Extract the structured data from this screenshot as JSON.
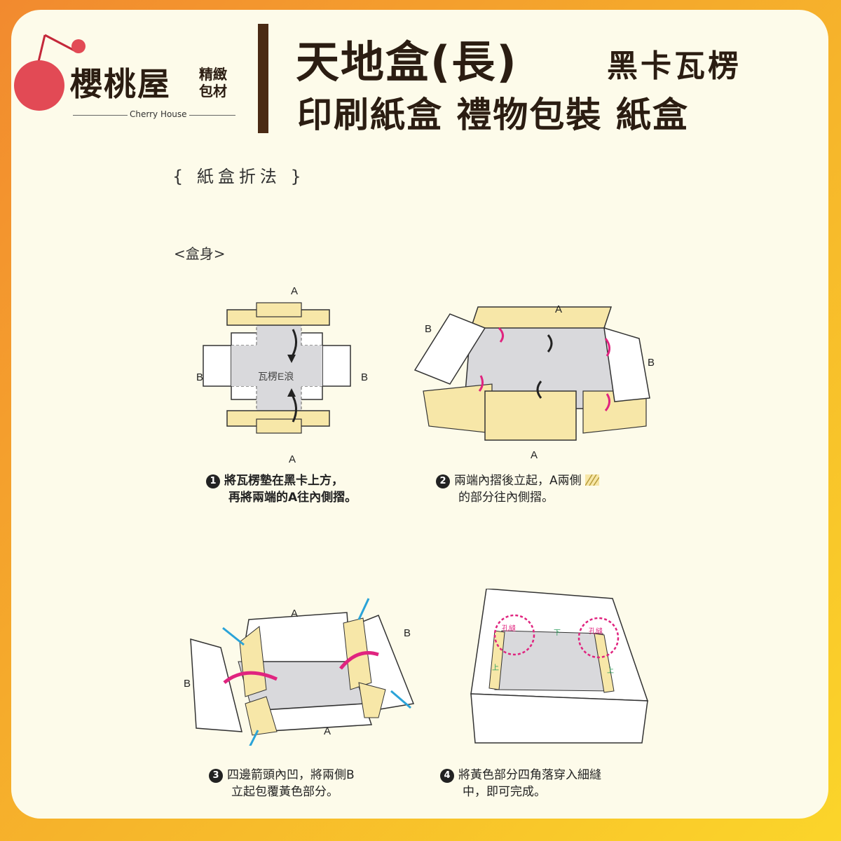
{
  "brand": {
    "name": "櫻桃屋",
    "side_line1": "精緻",
    "side_line2": "包材",
    "english": "Cherry House"
  },
  "title": {
    "line1_main": "天地盒(長)",
    "line1_sub": "黑卡瓦楞",
    "line2": "印刷紙盒  禮物包裝 紙盒"
  },
  "section": "{ 紙盒折法 }",
  "subsection": "<盒身>",
  "labels": {
    "a": "A",
    "b": "B",
    "material": "瓦楞E浪",
    "hole": "孔縫",
    "up": "上",
    "down": "下"
  },
  "steps": [
    {
      "num": "1",
      "line1": "將瓦楞墊在黑卡上方，",
      "line2": "再將兩端的A往內側摺。"
    },
    {
      "num": "2",
      "line1": "兩端內摺後立起，A兩側",
      "line2": "的部分往內側摺。"
    },
    {
      "num": "3",
      "line1": "四邊箭頭內凹，將兩側B",
      "line2": "立起包覆黃色部分。"
    },
    {
      "num": "4",
      "line1": "將黃色部分四角落穿入細縫",
      "line2": "中，即可完成。"
    }
  ],
  "colors": {
    "yellow": "#f7e7a8",
    "gray": "#d9d9dc",
    "magenta": "#e0247f",
    "cyan": "#2aa3d8",
    "brown": "#4a2a14"
  }
}
